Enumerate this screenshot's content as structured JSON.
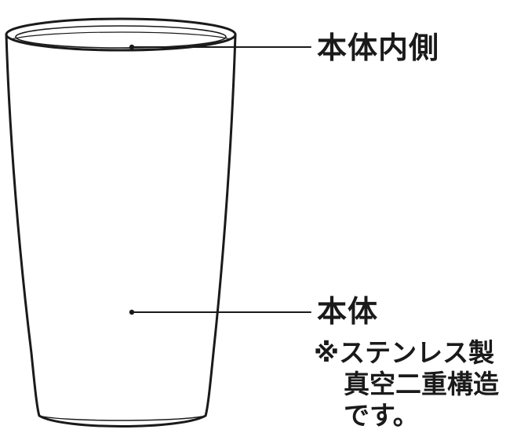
{
  "callouts": {
    "inner_label": "本体内側",
    "body_label": "本体"
  },
  "note": {
    "line1": "※ステンレス製",
    "line2": "真空二重構造",
    "line3": "です。"
  },
  "colors": {
    "stroke": "#1a1a1a",
    "background": "#ffffff"
  }
}
